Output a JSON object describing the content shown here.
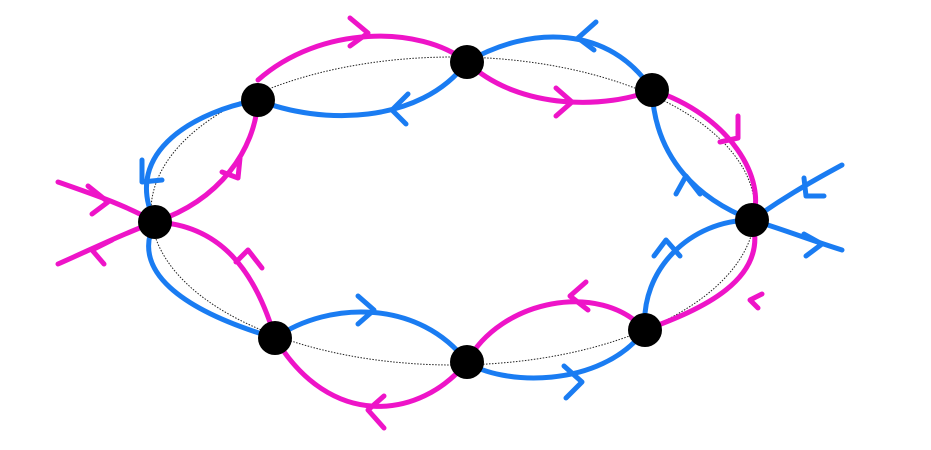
{
  "colors": {
    "magenta": "#ee14c8",
    "blue": "#1a7cf2",
    "node": "#000000",
    "background": "#ffffff",
    "guide": "#222222"
  },
  "nodes": [
    "n1",
    "n2",
    "n3",
    "n4",
    "n5",
    "n6",
    "n7",
    "n8"
  ],
  "edges": [
    {
      "id": "n1-n2-upper",
      "color": "magenta",
      "direction": "forward"
    },
    {
      "id": "n1-n2-lower",
      "color": "blue",
      "direction": "backward"
    },
    {
      "id": "n2-n3-upper",
      "color": "blue",
      "direction": "backward"
    },
    {
      "id": "n2-n3-lower",
      "color": "magenta",
      "direction": "forward"
    },
    {
      "id": "n3-n4-outer",
      "color": "magenta",
      "direction": "forward"
    },
    {
      "id": "n3-n4-inner",
      "color": "blue",
      "direction": "backward"
    },
    {
      "id": "n4-n5-outer",
      "color": "magenta",
      "direction": "backward"
    },
    {
      "id": "n4-n5-inner",
      "color": "blue",
      "direction": "backward"
    },
    {
      "id": "n5-n6-upper",
      "color": "magenta",
      "direction": "backward"
    },
    {
      "id": "n5-n6-lower",
      "color": "blue",
      "direction": "backward"
    },
    {
      "id": "n6-n7-upper",
      "color": "blue",
      "direction": "backward"
    },
    {
      "id": "n6-n7-lower",
      "color": "magenta",
      "direction": "backward"
    },
    {
      "id": "n7-n8-inner",
      "color": "magenta",
      "direction": "forward"
    },
    {
      "id": "n7-n8-outer",
      "color": "blue",
      "direction": "forward"
    },
    {
      "id": "n8-n1-outer",
      "color": "blue",
      "direction": "forward"
    },
    {
      "id": "n8-n1-inner",
      "color": "magenta",
      "direction": "forward"
    },
    {
      "id": "external-left-in",
      "color": "magenta",
      "direction": "incoming"
    },
    {
      "id": "external-left-out",
      "color": "magenta",
      "direction": "outgoing"
    },
    {
      "id": "external-right-in",
      "color": "blue",
      "direction": "incoming"
    },
    {
      "id": "external-right-out",
      "color": "blue",
      "direction": "outgoing"
    }
  ]
}
